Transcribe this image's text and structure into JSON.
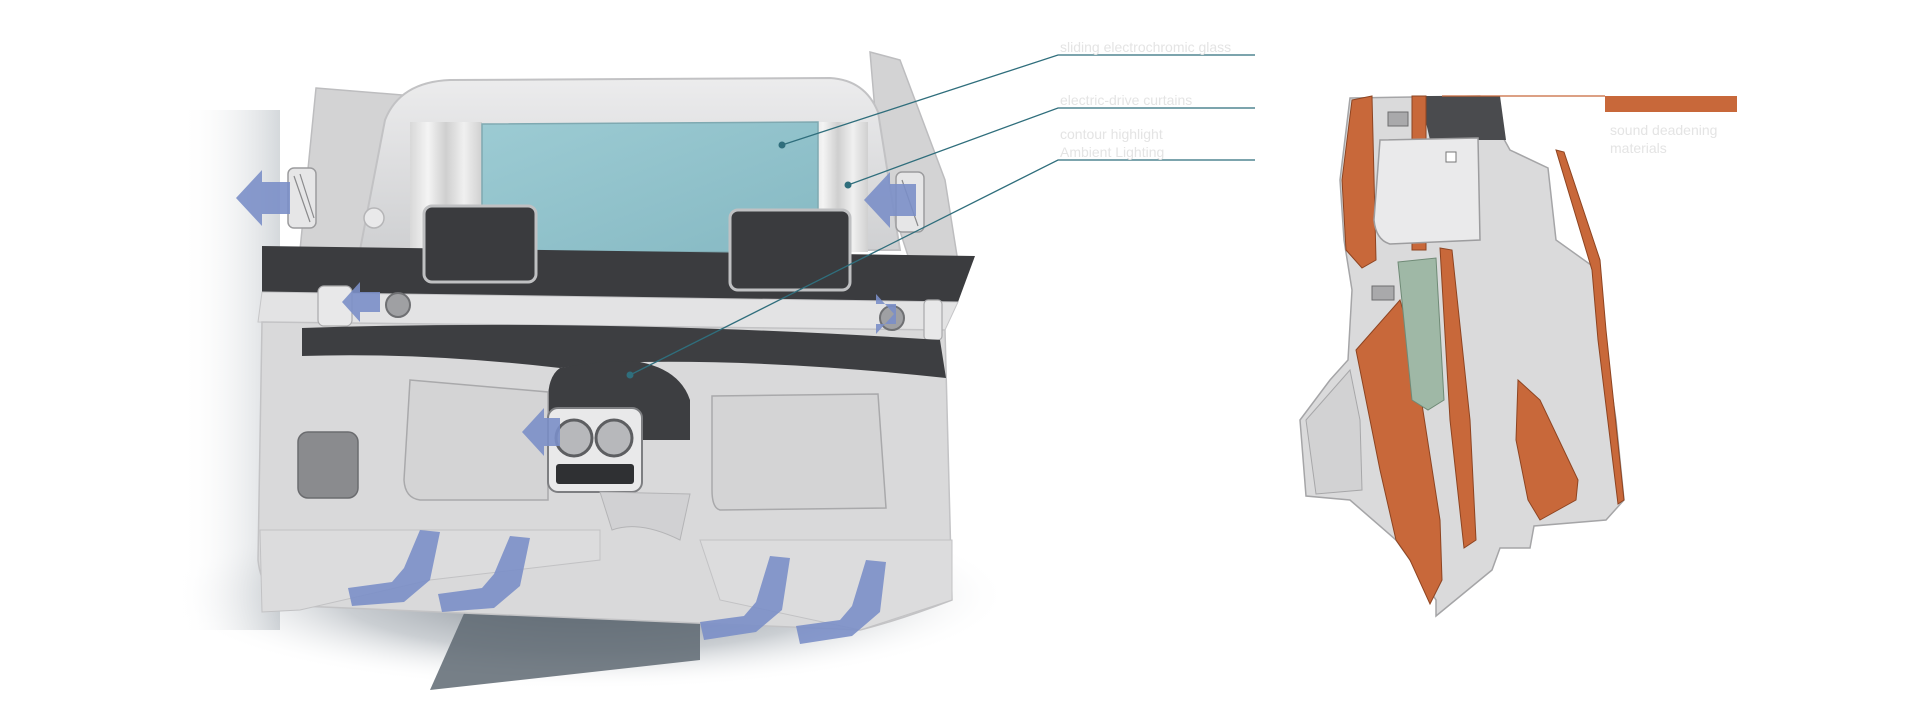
{
  "labels": {
    "sliding_glass": "sliding electrochromic glass",
    "curtains": "electric-drive curtains",
    "contour_line1": "contour highlight",
    "contour_line2": "Ambient Lighting",
    "sound_line1": "sound deadening",
    "sound_line2": "materials"
  },
  "colors": {
    "leader_line": "#2f6e7c",
    "glass": "#93c4cd",
    "panel_light": "#dededf",
    "panel_dark": "#3a3b3e",
    "airflow_arrow": "#7b8fc8",
    "sound_material": "#c8683a",
    "label_text": "#e4e4e4"
  }
}
